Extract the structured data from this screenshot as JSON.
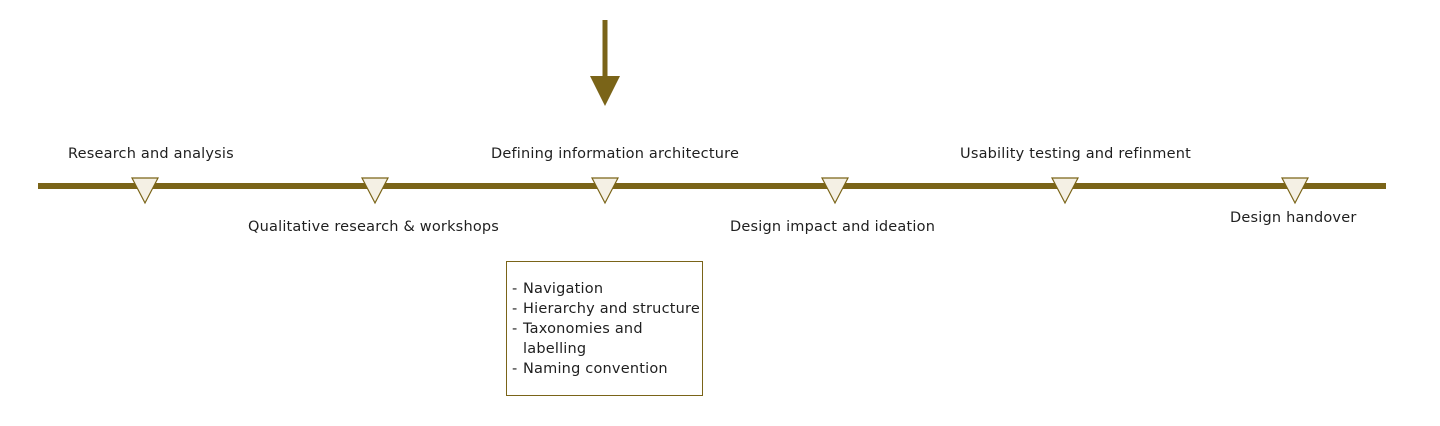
{
  "colors": {
    "accent": "#7a6418",
    "marker_fill": "#f4f0e4",
    "text": "#1f1f1f"
  },
  "stages": [
    {
      "label": "Research and analysis",
      "position": "above"
    },
    {
      "label": "Qualitative research & workshops",
      "position": "below"
    },
    {
      "label": "Defining information architecture",
      "position": "above"
    },
    {
      "label": "Design impact and ideation",
      "position": "below"
    },
    {
      "label": "Usability testing and refinment",
      "position": "above"
    },
    {
      "label": "Design handover",
      "position": "below"
    }
  ],
  "focus": {
    "indicator_icon": "down-arrow-icon",
    "stage_index": 2
  },
  "detail_box": {
    "items": [
      {
        "dash": "-",
        "text": "Navigation"
      },
      {
        "dash": "-",
        "text": "Hierarchy and structure"
      },
      {
        "dash": "-",
        "text": "Taxonomies and labelling"
      },
      {
        "dash": "-",
        "text": "Naming convention"
      }
    ]
  }
}
